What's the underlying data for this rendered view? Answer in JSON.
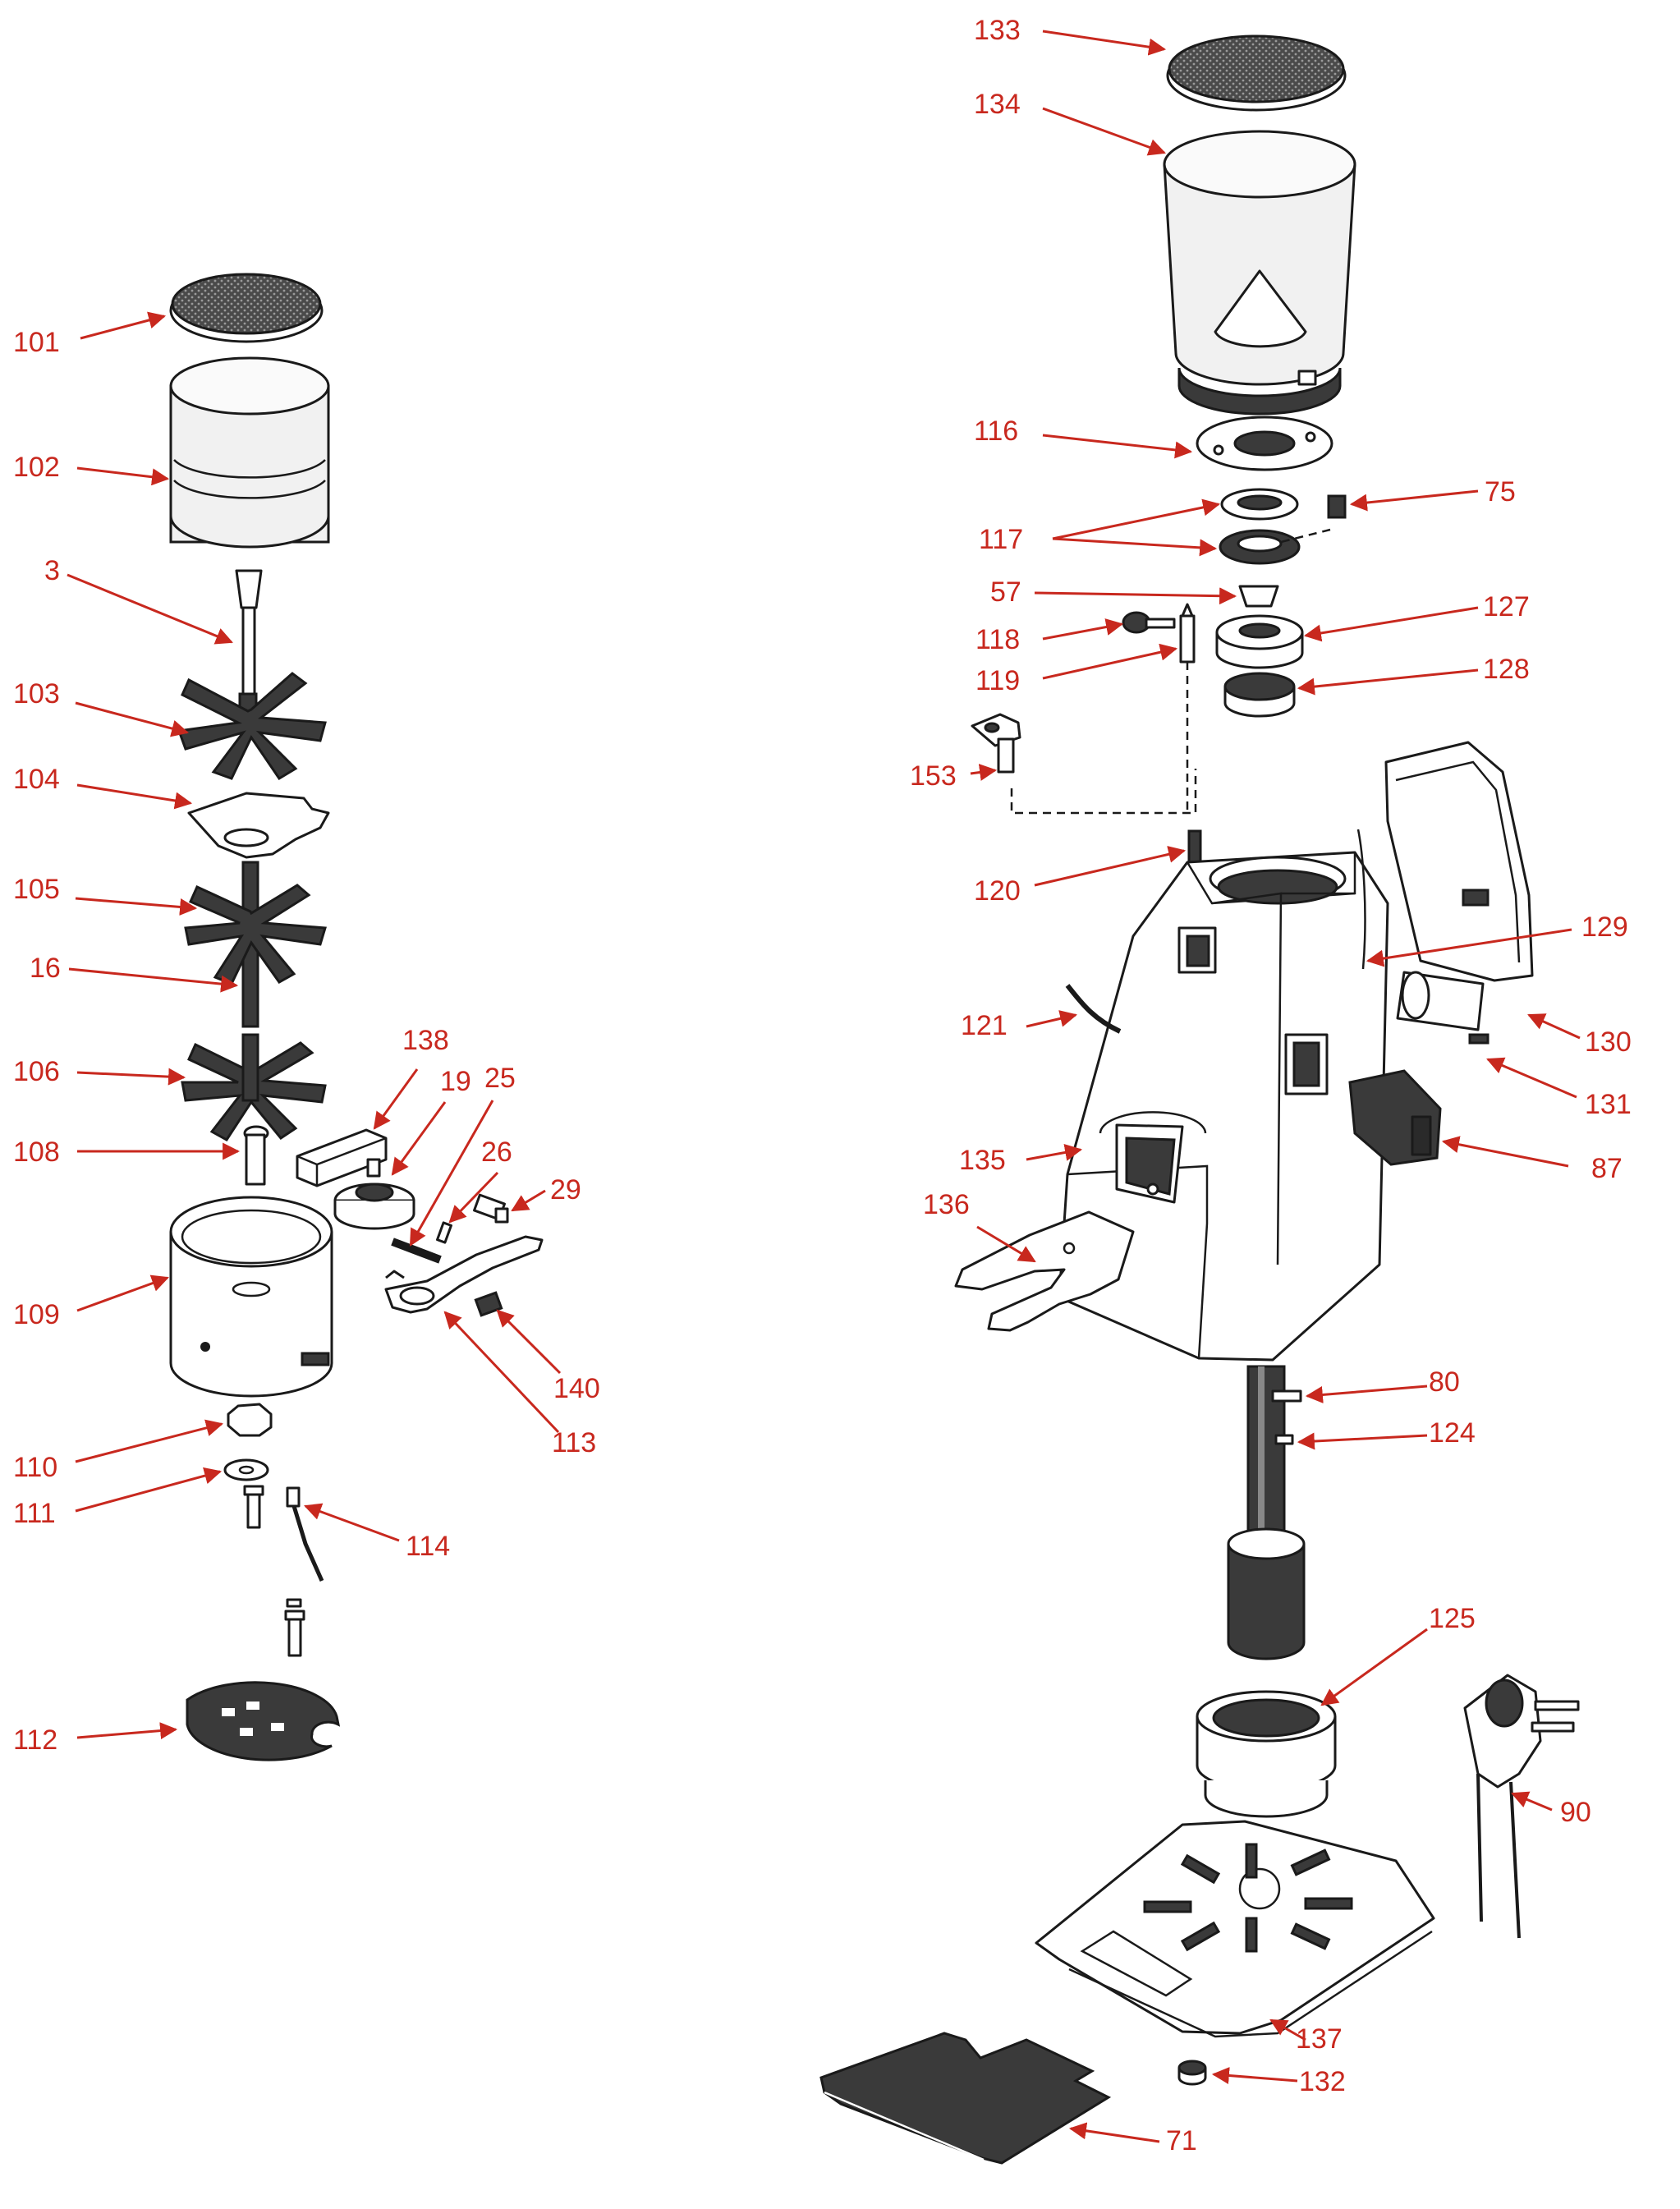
{
  "colors": {
    "callout": "#c8281e",
    "line_art": "#1a1a1a",
    "background": "#ffffff"
  },
  "callouts": {
    "p101": "101",
    "p102": "102",
    "p3": "3",
    "p103": "103",
    "p104": "104",
    "p105": "105",
    "p16": "16",
    "p106": "106",
    "p108": "108",
    "p109": "109",
    "p110": "110",
    "p111": "111",
    "p112": "112",
    "p138": "138",
    "p19": "19",
    "p25": "25",
    "p26": "26",
    "p29": "29",
    "p140": "140",
    "p113": "113",
    "p114": "114",
    "p133": "133",
    "p134": "134",
    "p116": "116",
    "p75": "75",
    "p117": "117",
    "p57": "57",
    "p127": "127",
    "p118": "118",
    "p119": "119",
    "p128": "128",
    "p153": "153",
    "p120": "120",
    "p129": "129",
    "p121": "121",
    "p130": "130",
    "p131": "131",
    "p87": "87",
    "p135": "135",
    "p136": "136",
    "p80": "80",
    "p124": "124",
    "p125": "125",
    "p90": "90",
    "p137": "137",
    "p132": "132",
    "p71": "71"
  }
}
